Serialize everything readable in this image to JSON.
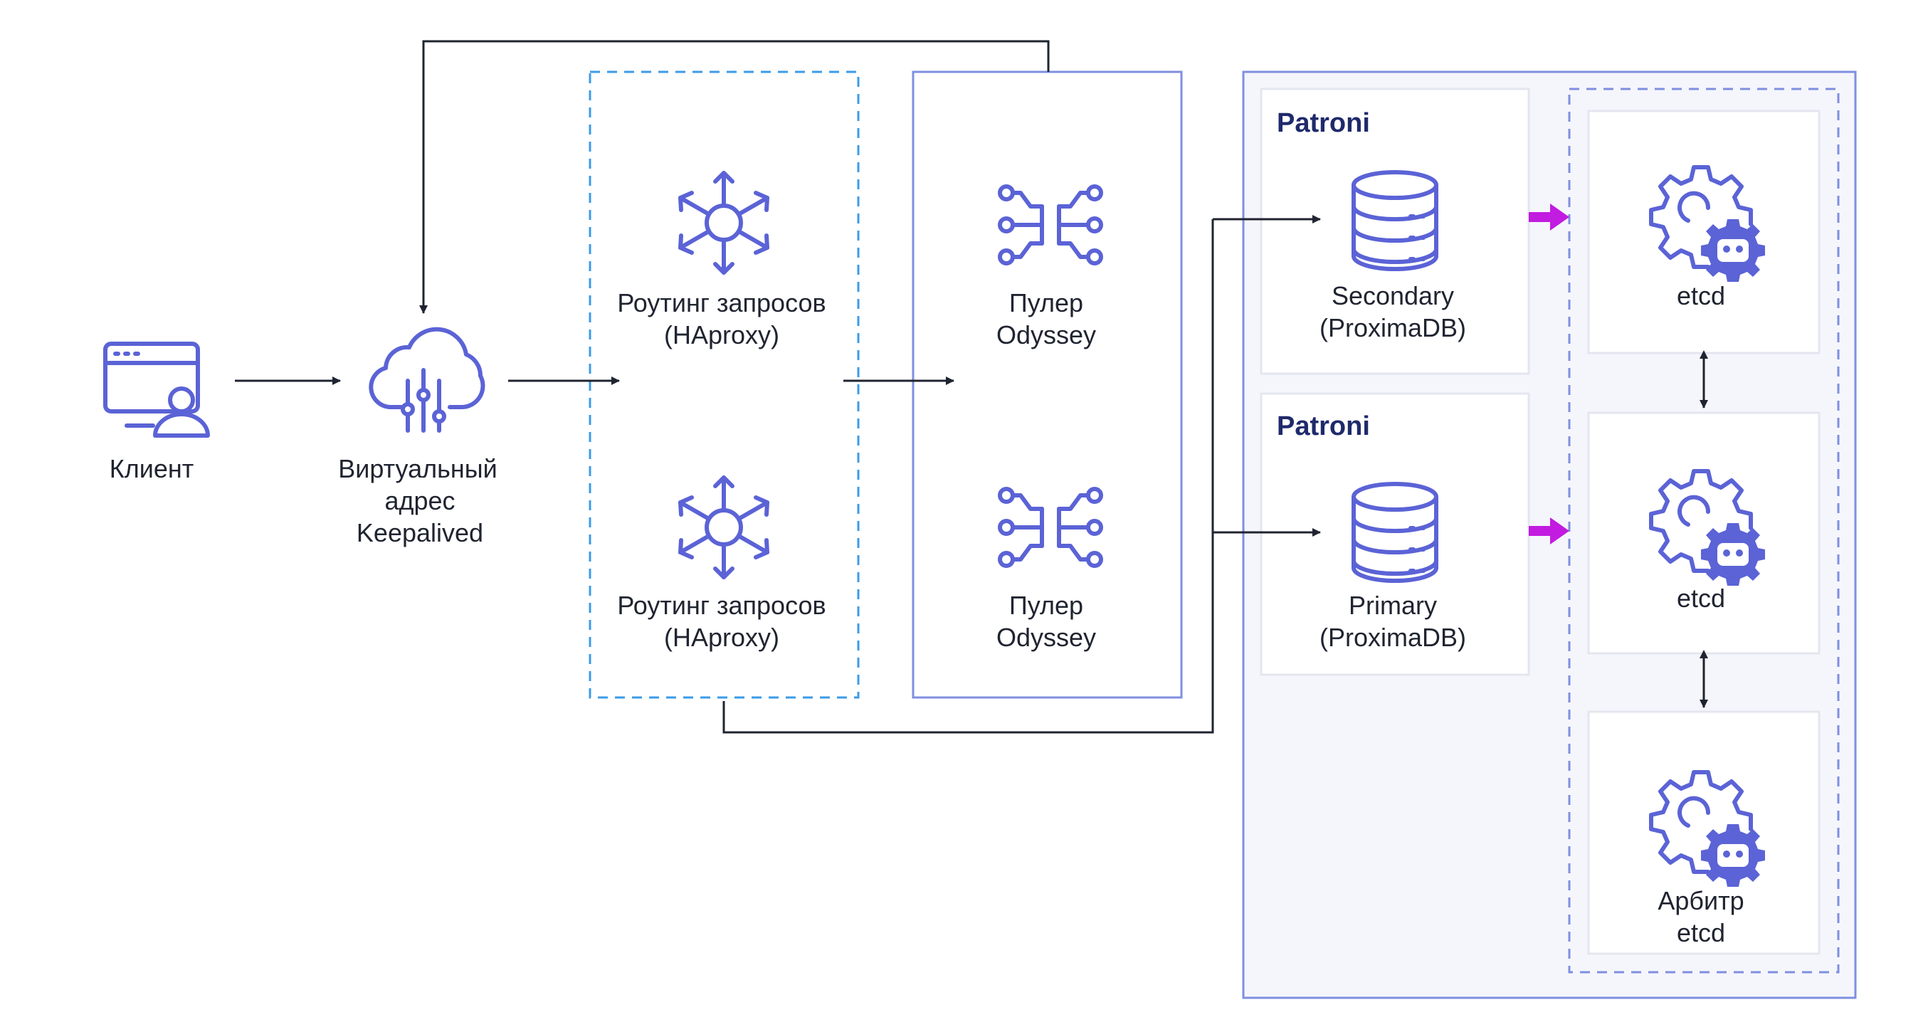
{
  "nodes": {
    "client": {
      "label": "Клиент"
    },
    "virtual_ip": {
      "lines": [
        "Виртуальный",
        "адрес",
        "Keepalived"
      ]
    },
    "haproxy_1": {
      "lines": [
        "Роутинг запросов",
        "(HAproxy)"
      ]
    },
    "haproxy_2": {
      "lines": [
        "Роутинг запросов",
        "(HAproxy)"
      ]
    },
    "odyssey_1": {
      "lines": [
        "Пулер",
        "Odyssey"
      ]
    },
    "odyssey_2": {
      "lines": [
        "Пулер",
        "Odyssey"
      ]
    },
    "patroni_secondary": {
      "title": "Patroni",
      "lines": [
        "Secondary",
        "(ProximaDB)"
      ]
    },
    "patroni_primary": {
      "title": "Patroni",
      "lines": [
        "Primary",
        "(ProximaDB)"
      ]
    },
    "etcd_1": {
      "lines": [
        "etcd"
      ]
    },
    "etcd_2": {
      "lines": [
        "etcd"
      ]
    },
    "etcd_arbiter": {
      "lines": [
        "Арбитр",
        "etcd"
      ]
    }
  },
  "colors": {
    "icon": "#5b63d6",
    "haproxy_border": "#3b9be8",
    "panel_border": "#7f8fe0",
    "panel_fill": "#f5f6fc",
    "accent_arrow": "#c21ce0",
    "line": "#1f2430"
  },
  "icons": {
    "client": "monitor-user-icon",
    "virtual_ip": "cloud-sliders-icon",
    "haproxy": "hub-network-icon",
    "odyssey": "circuit-icon",
    "database": "database-icon",
    "etcd": "gear-bot-icon"
  }
}
